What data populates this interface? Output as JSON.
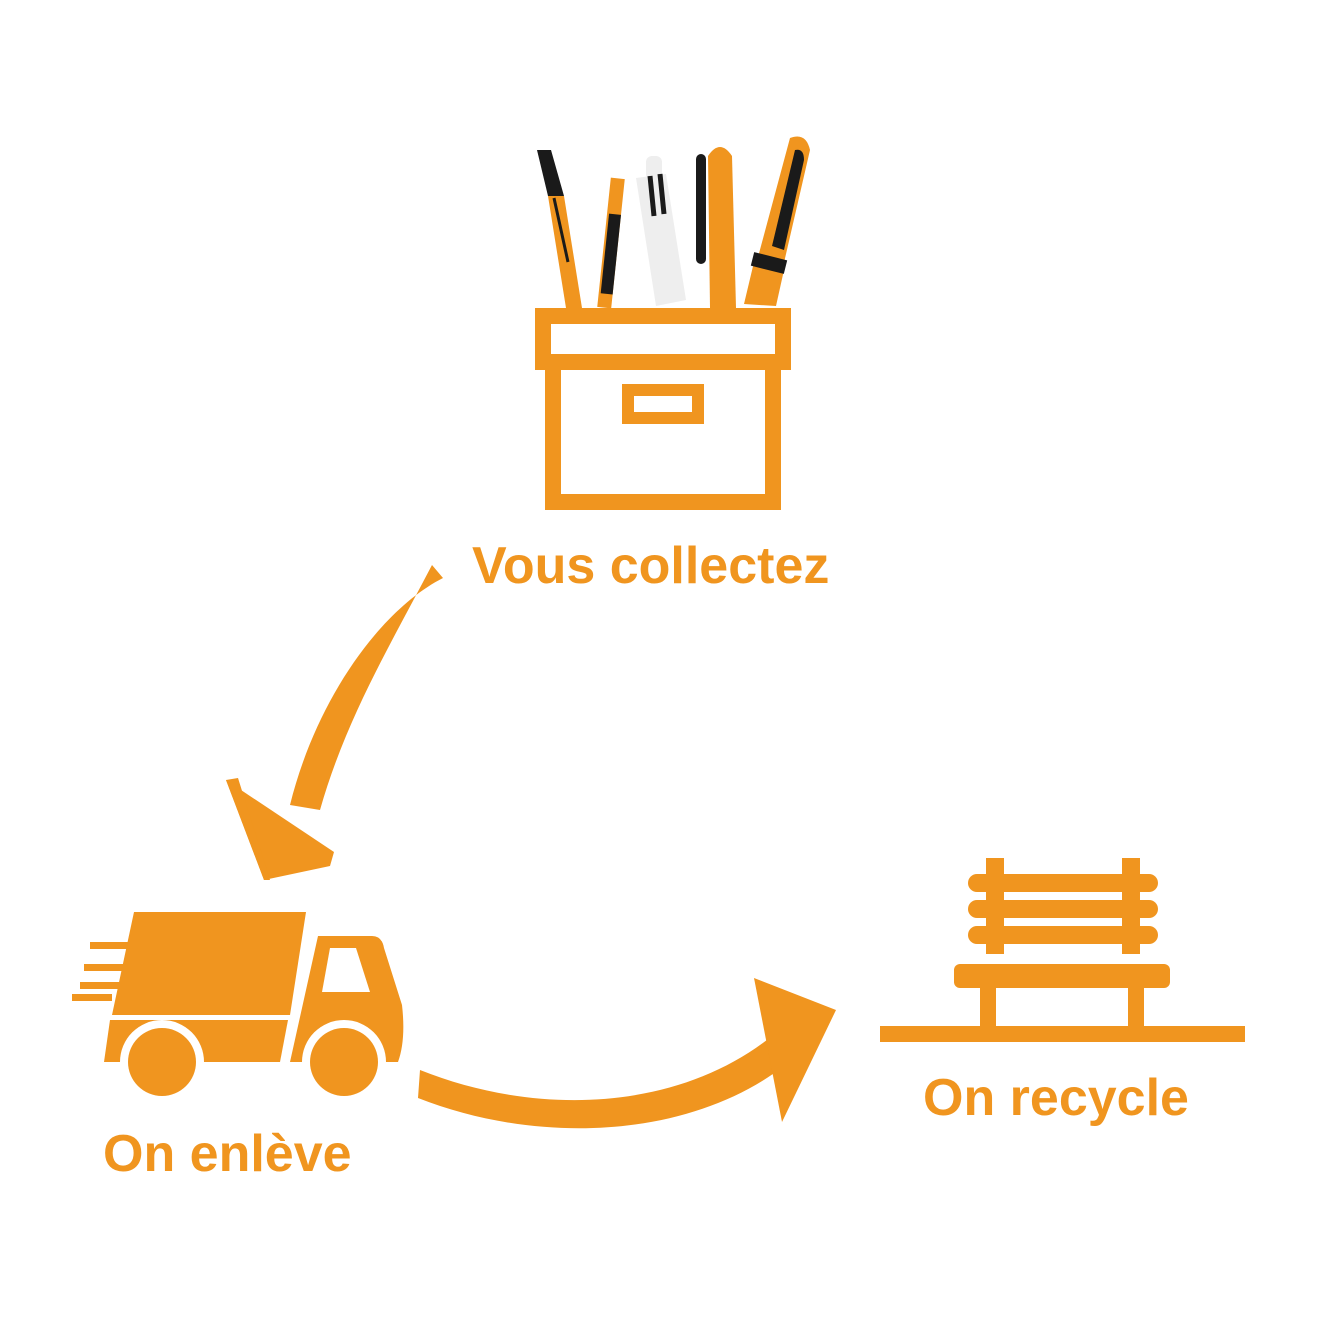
{
  "colors": {
    "accent": "#f0951f",
    "dark": "#1a1a1a",
    "light": "#eeeeee",
    "background": "#ffffff"
  },
  "steps": [
    {
      "label": "Vous collectez",
      "icon": "pen-holder-box-icon"
    },
    {
      "label": "On enlève",
      "icon": "delivery-truck-icon"
    },
    {
      "label": "On recycle",
      "icon": "park-bench-icon"
    }
  ],
  "arrows": [
    {
      "from": "Vous collectez",
      "to": "On enlève",
      "icon": "curved-arrow-down-icon"
    },
    {
      "from": "On enlève",
      "to": "On recycle",
      "icon": "curved-arrow-right-icon"
    }
  ]
}
